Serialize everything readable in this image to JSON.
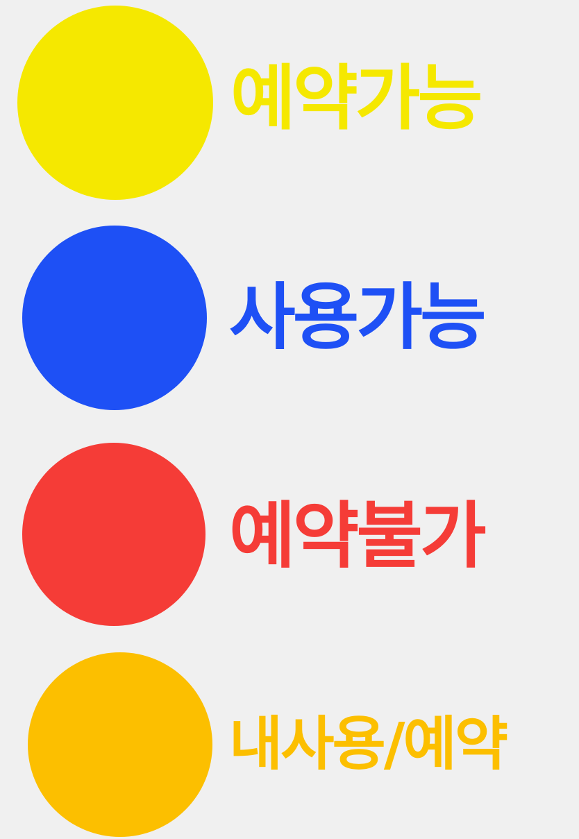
{
  "legend": {
    "items": [
      {
        "label": "예약가능",
        "color": "#f5e800"
      },
      {
        "label": "사용가능",
        "color": "#1e50f5"
      },
      {
        "label": "예약불가",
        "color": "#f53c37"
      },
      {
        "label": "내사용/예약",
        "color": "#fcbf00"
      }
    ]
  }
}
